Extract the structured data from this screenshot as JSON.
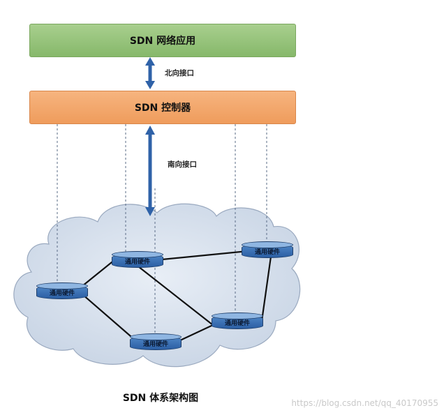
{
  "layers": {
    "application": "SDN 网络应用",
    "controller": "SDN 控制器"
  },
  "interfaces": {
    "northbound": "北向接口",
    "southbound": "南向接口"
  },
  "nodes": [
    {
      "label": "通用硬件"
    },
    {
      "label": "通用硬件"
    },
    {
      "label": "通用硬件"
    },
    {
      "label": "通用硬件"
    },
    {
      "label": "通用硬件"
    }
  ],
  "caption": "SDN 体系架构图",
  "watermark": "https://blog.csdn.net/qq_40170955",
  "colors": {
    "application_fill": "#94c278",
    "controller_fill": "#f2a86d",
    "arrow": "#2f62a8",
    "node_fill": "#3a70b4",
    "cloud_fill": "#d7e0ec"
  }
}
